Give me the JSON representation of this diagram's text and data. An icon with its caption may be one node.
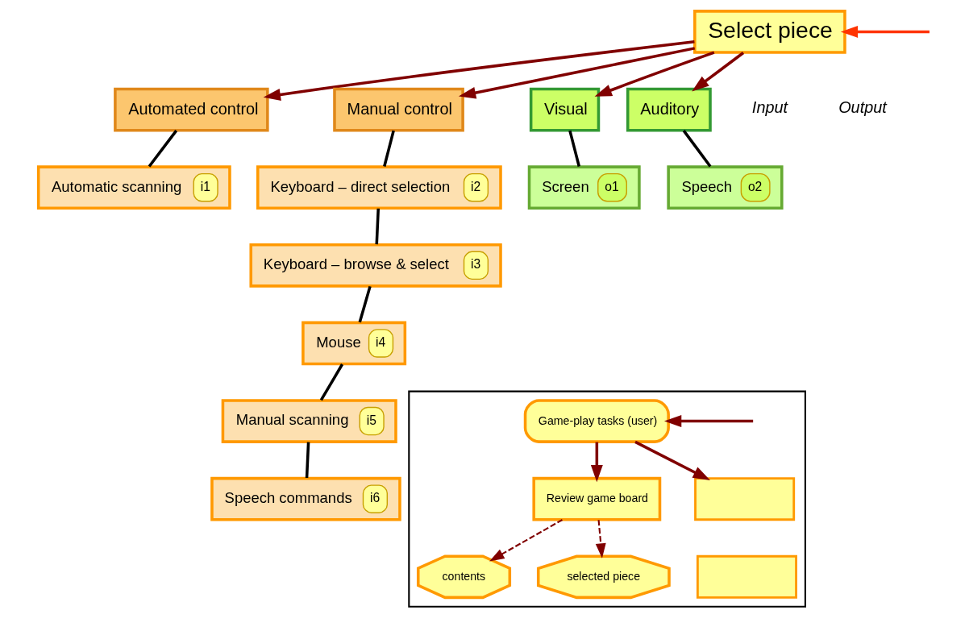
{
  "diagram": {
    "nodes": [
      {
        "text": [
          "Select piece"
        ]
      },
      {
        "text": [
          "Automated control"
        ]
      },
      {
        "text": [
          "Automatic scanning",
          "i1"
        ]
      },
      {
        "text": [
          "Manual control"
        ]
      },
      {
        "text": [
          "Keyboard – direct selection",
          "i2"
        ]
      },
      {
        "text": [
          "Keyboard – browse & select",
          "i3"
        ]
      },
      {
        "text": [
          "Mouse",
          "i4"
        ]
      },
      {
        "text": [
          "Manual scanning",
          "i5"
        ]
      },
      {
        "text": [
          "Speech commands",
          "i6"
        ]
      },
      {
        "text": [
          "Visual"
        ]
      },
      {
        "text": [
          "Screen",
          "o1"
        ]
      },
      {
        "text": [
          "Auditory"
        ]
      },
      {
        "text": [
          "Speech",
          "o2"
        ]
      },
      {
        "text": [],
        "shape": "box"
      },
      {
        "text": [
          "Game-play tasks (user)"
        ],
        "in": 13
      },
      {
        "text": [
          "Review game board"
        ],
        "in": 13
      },
      {
        "text": [],
        "shape": "box",
        "in": 13
      },
      {
        "text": [
          "contents"
        ],
        "in": 13
      },
      {
        "text": [
          "selected piece"
        ],
        "in": 13
      },
      {
        "text": [],
        "shape": "box",
        "in": 13
      }
    ],
    "edges": [
      {
        "from": null,
        "to": 0,
        "arrow": "to",
        "color": "#ff3300"
      },
      {
        "from": 0,
        "to": 1,
        "arrow": "to"
      },
      {
        "from": 0,
        "to": 3,
        "arrow": "to"
      },
      {
        "from": 0,
        "to": 9,
        "arrow": "to"
      },
      {
        "from": 0,
        "to": 11,
        "arrow": "to"
      },
      {
        "from": 1,
        "to": 2,
        "arrow": "none",
        "color": "#000000"
      },
      {
        "from": 3,
        "to": 4,
        "arrow": "none",
        "color": "#000000"
      },
      {
        "from": 4,
        "to": 5,
        "arrow": "none",
        "color": "#000000"
      },
      {
        "from": 5,
        "to": 6,
        "arrow": "none",
        "color": "#000000"
      },
      {
        "from": 6,
        "to": 7,
        "arrow": "none",
        "color": "#000000"
      },
      {
        "from": 7,
        "to": 8,
        "arrow": "none",
        "color": "#000000"
      },
      {
        "from": 9,
        "to": 10,
        "arrow": "none",
        "color": "#000000"
      },
      {
        "from": 11,
        "to": 12,
        "arrow": "none",
        "color": "#000000"
      },
      {
        "from": null,
        "to": 14,
        "arrow": "to"
      },
      {
        "from": 14,
        "to": 15,
        "arrow": "to"
      },
      {
        "from": 14,
        "to": 16,
        "arrow": "to"
      },
      {
        "from": 15,
        "to": 17,
        "arrow": "to",
        "style": "dashed"
      },
      {
        "from": 15,
        "to": 18,
        "arrow": "to",
        "style": "dashed"
      }
    ],
    "labels": [
      "Input",
      "Output"
    ]
  }
}
